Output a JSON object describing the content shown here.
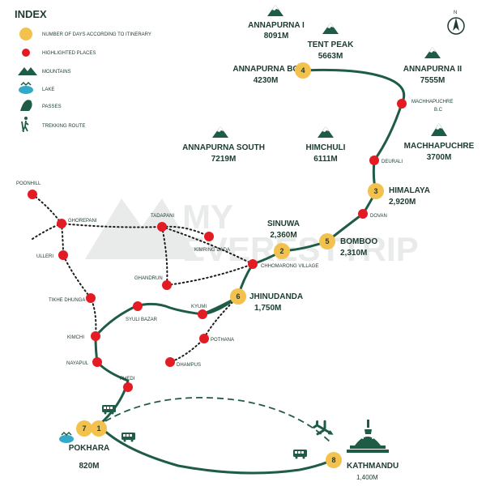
{
  "index": {
    "title": "INDEX",
    "items": [
      {
        "label": "NUMBER OF DAYS ACCORDING TO ITINERARY",
        "icon": "yellow-circle-icon"
      },
      {
        "label": "HIGHLIGHTED PLACES",
        "icon": "red-dot-icon"
      },
      {
        "label": "MOUNTAINS",
        "icon": "mountain-icon"
      },
      {
        "label": "LAKE",
        "icon": "lake-icon"
      },
      {
        "label": "PASSES",
        "icon": "pass-icon"
      },
      {
        "label": "TREKKING ROUTE",
        "icon": "hiker-icon"
      }
    ]
  },
  "watermark": {
    "line1": "MY",
    "line2": "EVERESTTRIP"
  },
  "compass": {
    "north": "N"
  },
  "mountains": [
    {
      "name": "ANNAPURNA I",
      "elevation": "8091M"
    },
    {
      "name": "TENT PEAK",
      "elevation": "5663M"
    },
    {
      "name": "ANNAPURNA BC",
      "elevation": "4230M"
    },
    {
      "name": "ANNAPURNA II",
      "elevation": "7555M"
    },
    {
      "name": "ANNAPURNA SOUTH",
      "elevation": "7219M"
    },
    {
      "name": "HIMCHULI",
      "elevation": "6111M"
    },
    {
      "name": "MACHHAPUCHRE",
      "elevation": "3700M"
    }
  ],
  "stops": [
    {
      "day": "7",
      "name": "",
      "elevation": ""
    },
    {
      "day": "1",
      "name": "POKHARA",
      "elevation": "820M"
    },
    {
      "day": "2",
      "name": "SINUWA",
      "elevation": "2,360M"
    },
    {
      "day": "3",
      "name": "HIMALAYA",
      "elevation": "2,920M"
    },
    {
      "day": "4",
      "name": "",
      "elevation": ""
    },
    {
      "day": "5",
      "name": "BOMBOO",
      "elevation": "2,310M"
    },
    {
      "day": "6",
      "name": "JHINUDANDA",
      "elevation": "1,750M"
    },
    {
      "day": "8",
      "name": "KATHMANDU",
      "elevation": "1,400M"
    }
  ],
  "places": [
    "MACHHAPUCHRE",
    "B.C",
    "DEURALI",
    "DOVAN",
    "CHHOMARONG VILLAGE",
    "KIMRING DADA",
    "TADAPANI",
    "GHOREPANI",
    "POONHILL",
    "ULLERI",
    "GHANDRUN",
    "SYULI BAZAR",
    "KYUMI",
    "TIKHE DHUNGA",
    "KIMCHI",
    "POTHANA",
    "NAYAPUL",
    "DHAMPUS",
    "PHEDI"
  ],
  "colors": {
    "route": "#1f5c46",
    "day_marker": "#f2c14e",
    "place_marker": "#e31b23",
    "text": "#1d3b2f",
    "watermark": "#e9ebea"
  }
}
